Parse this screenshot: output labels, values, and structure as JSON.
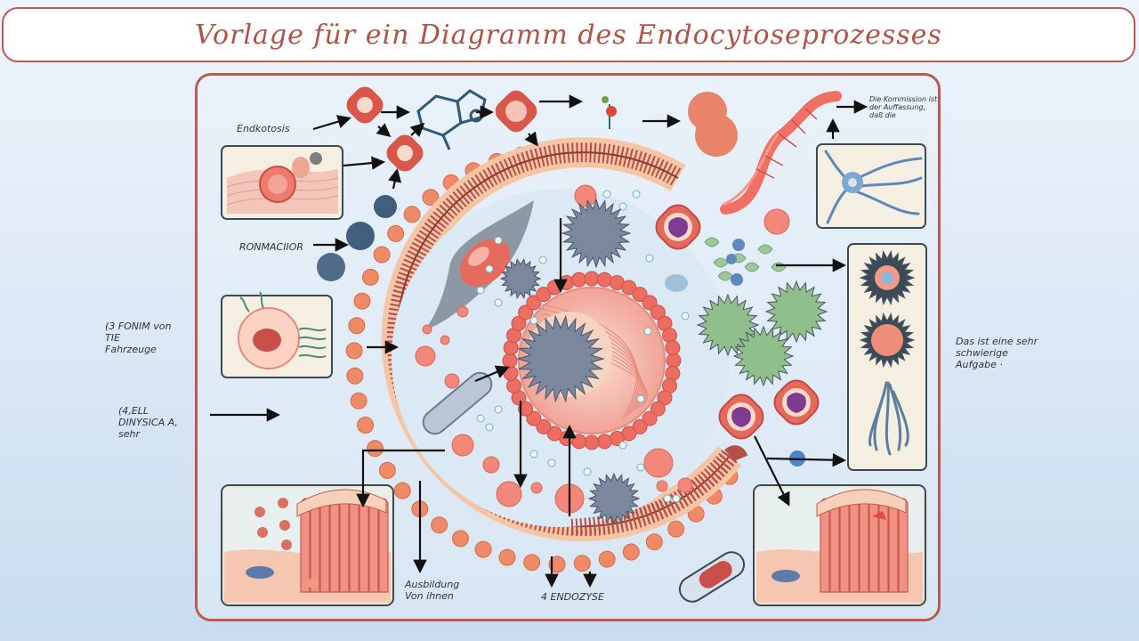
{
  "title": "Vorlage für ein Diagramm des Endocytoseprozesses",
  "labels": {
    "endkotosis": "Endkotosis",
    "ronmacilor": "RONMACIIOR",
    "left_note_1": [
      "(3 FONIM von",
      "TIE",
      "Fahrzeuge"
    ],
    "left_note_2": [
      "(4,ELL",
      "DINYSICA A,",
      "sehr"
    ],
    "top_right_note": [
      "Die Kommission ist",
      "der Auffassung,",
      "daß die"
    ],
    "right_note": [
      "Das ist eine sehr",
      "schwierige",
      "Aufgabe ·"
    ],
    "bottom_left": [
      "Ausbildung",
      "Von ihnen"
    ],
    "bottom_center": "4 ENDOZYSE"
  },
  "colors": {
    "accent": "#b85a52",
    "membrane": "#e07a5f",
    "cytoplasm": "#dce9f5",
    "nucleus": "#f2a89b",
    "virus": "#7b879c",
    "green_blob": "#8fbf8a",
    "panel_bg": "#f5efe2"
  }
}
